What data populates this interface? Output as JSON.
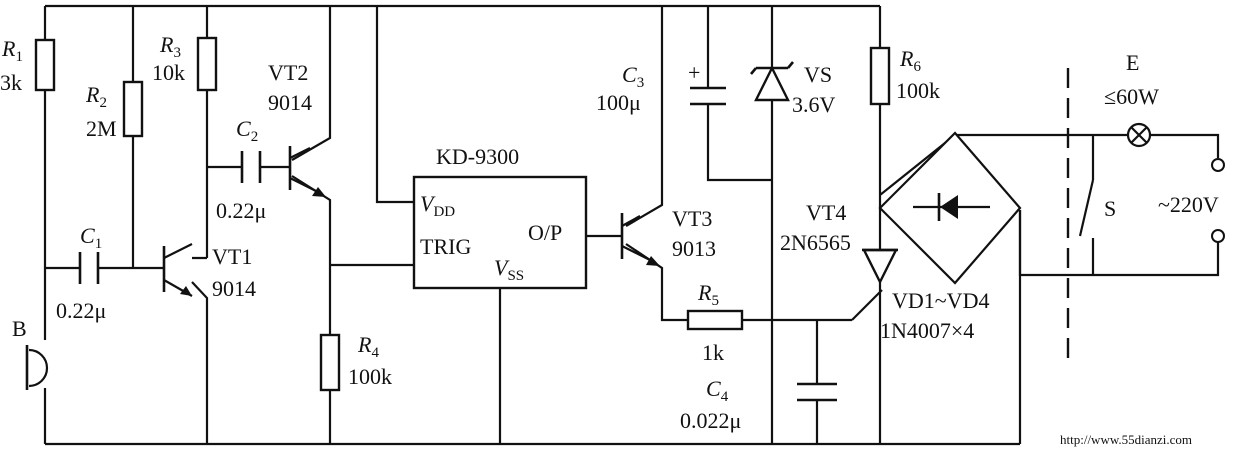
{
  "components": {
    "R1": {
      "name": "R",
      "sub": "1",
      "value": "3k"
    },
    "R2": {
      "name": "R",
      "sub": "2",
      "value": "2M"
    },
    "R3": {
      "name": "R",
      "sub": "3",
      "value": "10k"
    },
    "R4": {
      "name": "R",
      "sub": "4",
      "value": "100k"
    },
    "R5": {
      "name": "R",
      "sub": "5",
      "value": "1k"
    },
    "R6": {
      "name": "R",
      "sub": "6",
      "value": "100k"
    },
    "C1": {
      "name": "C",
      "sub": "1",
      "value": "0.22μ"
    },
    "C2": {
      "name": "C",
      "sub": "2",
      "value": "0.22μ"
    },
    "C3": {
      "name": "C",
      "sub": "3",
      "value": "100μ",
      "polarity": "+"
    },
    "C4": {
      "name": "C",
      "sub": "4",
      "value": "0.022μ"
    },
    "VT1": {
      "name": "VT1",
      "model": "9014"
    },
    "VT2": {
      "name": "VT2",
      "model": "9014"
    },
    "VT3": {
      "name": "VT3",
      "model": "9013"
    },
    "VT4": {
      "name": "VT4",
      "model": "2N6565"
    },
    "VS": {
      "name": "VS",
      "value": "3.6V"
    },
    "bridge": {
      "name": "VD1~VD4",
      "model": "1N4007×4"
    },
    "B": {
      "name": "B"
    },
    "E": {
      "name": "E",
      "value": "≤60W"
    },
    "S": {
      "name": "S"
    },
    "mains": {
      "value": "~220V"
    },
    "ic": {
      "name": "KD-9300",
      "pin_vdd": "V",
      "pin_vdd_sub": "DD",
      "pin_trig": "TRIG",
      "pin_op": "O/P",
      "pin_vss": "V",
      "pin_vss_sub": "SS"
    }
  },
  "watermark": "http://www.55dianzi.com"
}
